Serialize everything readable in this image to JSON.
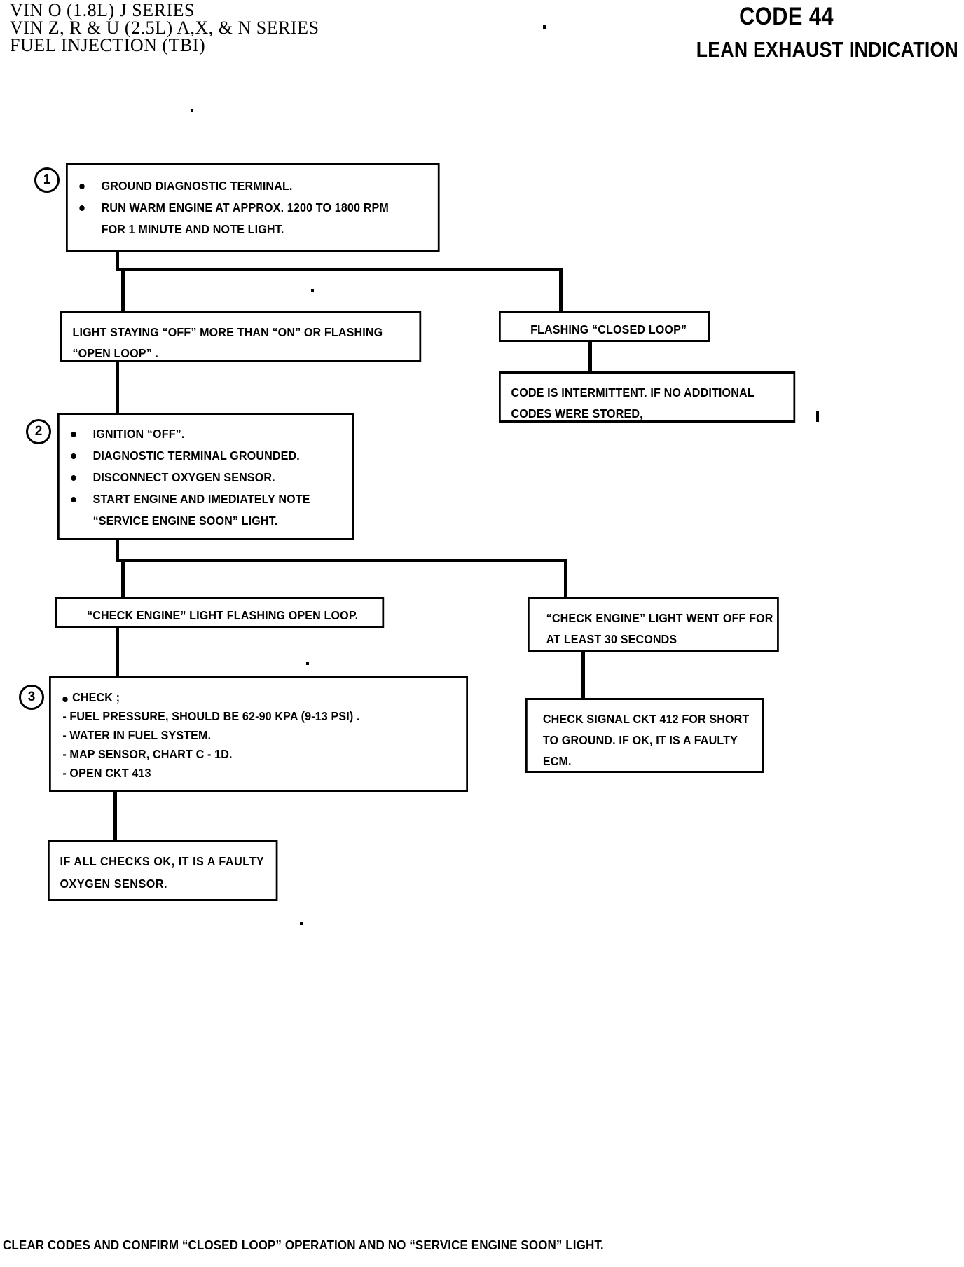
{
  "header": {
    "left_lines": [
      "VIN  O  (1.8L)  J  SERIES",
      "VIN  Z,  R  &  U  (2.5L)  A,X,  &  N  SERIES",
      "FUEL  INJECTION  (TBI)"
    ],
    "code_title": "CODE 44",
    "subtitle": "LEAN EXHAUST INDICATION"
  },
  "steps": {
    "one": "1",
    "two": "2",
    "three": "3"
  },
  "box1": {
    "lines": [
      "GROUND DIAGNOSTIC TERMINAL.",
      "RUN WARM ENGINE AT APPROX. 1200 TO 1800 RPM",
      "FOR 1 MINUTE AND NOTE LIGHT."
    ]
  },
  "box_left_branch": {
    "line1": "LIGHT STAYING “OFF” MORE THAN “ON” OR FLASHING",
    "line2": "“OPEN LOOP” ."
  },
  "box_right_branch": {
    "line1": "FLASHING “CLOSED LOOP”"
  },
  "box_intermittent": {
    "line1": "CODE IS INTERMITTENT. IF NO ADDITIONAL",
    "line2": "CODES WERE STORED,"
  },
  "box2": {
    "lines": [
      "IGNITION “OFF”.",
      "DIAGNOSTIC TERMINAL GROUNDED.",
      "DISCONNECT OXYGEN SENSOR.",
      "START ENGINE AND IMEDIATELY NOTE",
      "“SERVICE ENGINE SOON” LIGHT."
    ]
  },
  "box_flashing_open": {
    "line1": "“CHECK ENGINE” LIGHT FLASHING OPEN LOOP."
  },
  "box_went_off": {
    "line1": "“CHECK ENGINE” LIGHT WENT OFF FOR",
    "line2": "AT LEAST 30 SECONDS"
  },
  "box3": {
    "head": "CHECK ;",
    "items": [
      "- FUEL PRESSURE, SHOULD BE 62-90 KPA (9-13 PSI) .",
      "- WATER IN FUEL SYSTEM.",
      "- MAP SENSOR, CHART C - 1D.",
      "- OPEN CKT 413"
    ]
  },
  "box_ckt412": {
    "line1": "CHECK SIGNAL CKT 412 FOR SHORT",
    "line2": "TO GROUND. IF OK, IT IS A FAULTY",
    "line3": "ECM."
  },
  "box_faulty_o2": {
    "line1": "IF ALL CHECKS OK, IT IS A FAULTY",
    "line2": "OXYGEN SENSOR."
  },
  "footer": {
    "text": "CLEAR CODES AND CONFIRM “CLOSED LOOP”  OPERATION AND NO “SERVICE ENGINE SOON” LIGHT."
  }
}
